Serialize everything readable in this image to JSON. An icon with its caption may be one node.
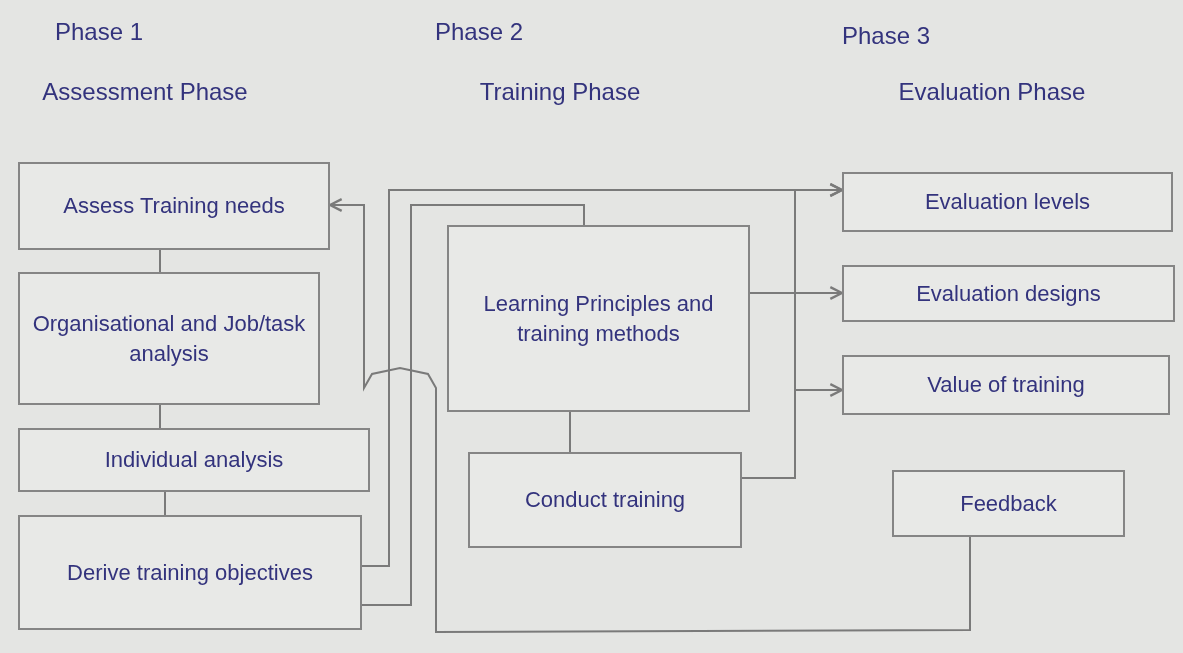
{
  "diagram": {
    "nodes": [
      {
        "text": [
          "Assess Training needs"
        ]
      },
      {
        "text": [
          "Organisational and Job/task analysis"
        ]
      },
      {
        "text": [
          "Individual analysis"
        ]
      },
      {
        "text": [
          "Derive training objectives"
        ]
      },
      {
        "text": [
          "Learning Principles and training methods"
        ]
      },
      {
        "text": [
          "Conduct training"
        ]
      },
      {
        "text": [
          "Evaluation levels"
        ]
      },
      {
        "text": [
          "Evaluation designs"
        ]
      },
      {
        "text": [
          "Value of training"
        ]
      },
      {
        "text": [
          "Feedback"
        ]
      }
    ],
    "edges": [
      {
        "from": 0,
        "to": 1,
        "arrow": "none"
      },
      {
        "from": 1,
        "to": 2,
        "arrow": "none"
      },
      {
        "from": 2,
        "to": 3,
        "arrow": "none"
      },
      {
        "from": 4,
        "to": 5,
        "arrow": "none"
      },
      {
        "from": 3,
        "to": 6,
        "arrow": "to"
      },
      {
        "from": 5,
        "to": 6,
        "arrow": "to"
      },
      {
        "from": 5,
        "to": 8,
        "arrow": "to"
      },
      {
        "from": 4,
        "to": 7,
        "arrow": "to"
      },
      {
        "from": 3,
        "to": 4,
        "arrow": "none"
      },
      {
        "from": 9,
        "to": 0,
        "arrow": "to"
      }
    ],
    "labels": [
      "Phase 1",
      "Phase 2",
      "Phase 3",
      "Assessment Phase",
      "Training Phase",
      "Evaluation Phase"
    ]
  }
}
